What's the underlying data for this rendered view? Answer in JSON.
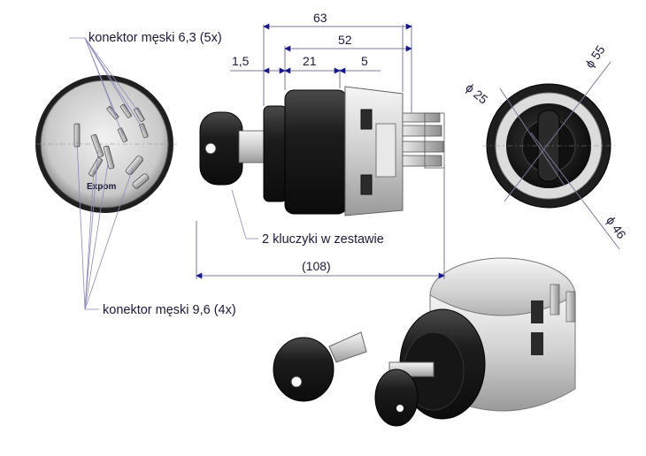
{
  "labels": {
    "male_connector_63": "konektor męski 6,3 (5x)",
    "male_connector_96": "konektor męski 9,6 (4x)",
    "keys_in_set": "2 kluczyki w zestawie",
    "brand": "Expom"
  },
  "dimensions": {
    "overall_63": "63",
    "body_52": "52",
    "flange_15": "1,5",
    "section_21": "21",
    "section_5": "5",
    "total_108": "(108)",
    "dia_25": "ϕ 25",
    "dia_55": "ϕ 55",
    "dia_46": "ϕ 46"
  },
  "colors": {
    "body_black": "#1e1e1e",
    "body_grey": "#5a5a5a",
    "metal_light": "#d9d9d9",
    "dimension_line": "#7a7a9a",
    "leader_line": "#8a8ab8",
    "arrow_navy": "#1a1a8a"
  }
}
